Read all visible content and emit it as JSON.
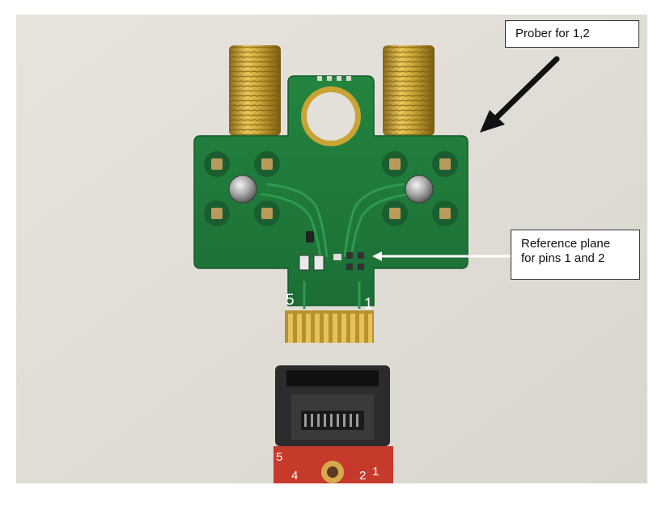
{
  "annotations": {
    "prober_label": "Prober for 1,2",
    "reference_line1": "Reference plane",
    "reference_line2": "for pins 1 and 2"
  },
  "board": {
    "pin_left": "5",
    "pin_right": "1"
  },
  "connector": {
    "label_left": "5",
    "label_4": "4",
    "label_2": "2",
    "label_1": "1"
  },
  "colors": {
    "background": "#e6e3dc",
    "pcb": "#1f7a3c",
    "gold": "#c9a434",
    "connector_red": "#c63a2c"
  }
}
